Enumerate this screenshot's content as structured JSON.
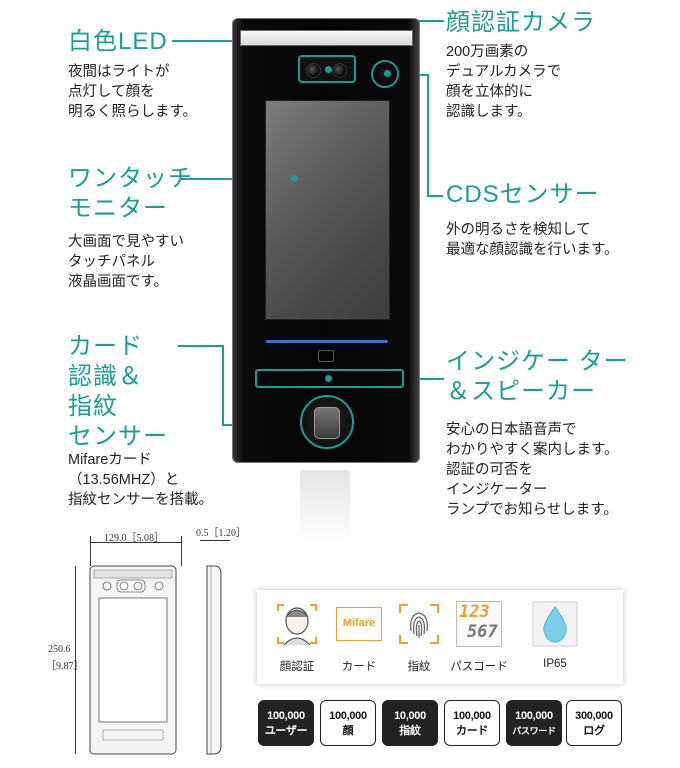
{
  "features": {
    "led": {
      "title": "白色LED",
      "desc": "夜間はライトが\n点灯して顔を\n明るく照らします。"
    },
    "touch_monitor": {
      "title": "ワンタッチ\nモニター",
      "desc": "大画面で見やすい\nタッチパネル\n液晶画面です。"
    },
    "card_fp": {
      "title": "カード\n認識＆\n指紋\nセンサー",
      "desc": "Mifareカード\n（13.56MHZ）と\n指紋センサーを搭載。"
    },
    "camera": {
      "title": "顔認証カメラ",
      "desc": "200万画素の\nデュアルカメラで\n顔を立体的に\n認識します。"
    },
    "cds": {
      "title": "CDSセンサー",
      "desc": "外の明るさを検知して\n最適な顔認識を行います。"
    },
    "speaker": {
      "title": "インジケー ター\n＆スピーカー",
      "desc": "安心の日本語音声で\nわかりやすく案内します。\n認証の可否を\nインジケーター\nランプでお知らせします。"
    }
  },
  "dimensions": {
    "width": "129.0［5.08］",
    "depth": "0.5［1.20］",
    "height_mm": "250.6",
    "height_in": "［9.87］"
  },
  "auth_icons": [
    {
      "label": "顔認証",
      "icon": "face-icon"
    },
    {
      "label": "カード",
      "icon": "mifare-card-icon",
      "icon_text": "Mifare"
    },
    {
      "label": "指紋",
      "icon": "fingerprint-icon"
    },
    {
      "label": "パスコード",
      "icon": "passcode-icon",
      "icon_text_1": "123",
      "icon_text_2": "567"
    },
    {
      "label": "IP65",
      "icon": "water-drop-icon"
    }
  ],
  "capacity_badges": [
    {
      "value": "100,000",
      "label": "ユーザー",
      "style": "dark"
    },
    {
      "value": "100,000",
      "label": "顔",
      "style": "light"
    },
    {
      "value": "10,000",
      "label": "指紋",
      "style": "dark"
    },
    {
      "value": "100,000",
      "label": "カード",
      "style": "light"
    },
    {
      "value": "100,000",
      "label": "パスワード",
      "style": "dark"
    },
    {
      "value": "300,000",
      "label": "ログ",
      "style": "light"
    }
  ],
  "colors": {
    "accent": "#1a9e93",
    "indicator_blue": "#3a6fd8"
  }
}
